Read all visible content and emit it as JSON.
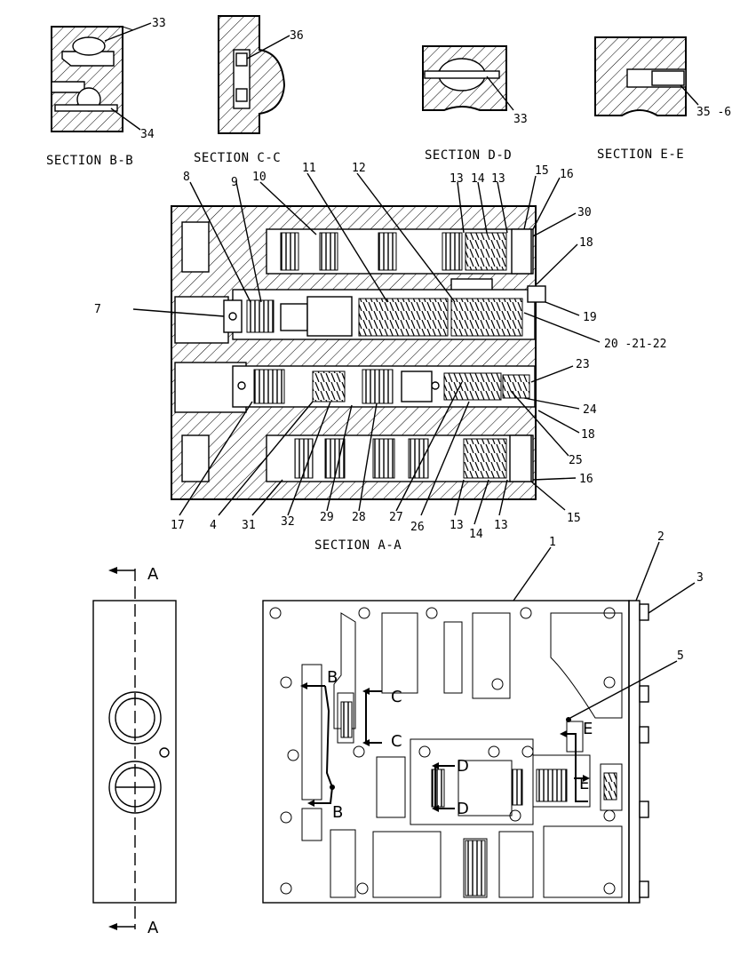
{
  "sections": {
    "bb": {
      "caption": "SECTION B-B",
      "callouts": [
        "33",
        "34"
      ]
    },
    "cc": {
      "caption": "SECTION C-C",
      "callouts": [
        "36"
      ]
    },
    "dd": {
      "caption": "SECTION D-D",
      "callouts": [
        "33"
      ]
    },
    "ee": {
      "caption": "SECTION E-E",
      "callouts": [
        "35 -6"
      ]
    },
    "aa": {
      "caption": "SECTION A-A",
      "callouts_top": [
        "8",
        "9",
        "10",
        "11",
        "12",
        "13",
        "14",
        "13",
        "15",
        "16"
      ],
      "callouts_left": [
        "7"
      ],
      "callouts_right": [
        "30",
        "18",
        "19",
        "20 -21-22",
        "23",
        "24",
        "18",
        "25",
        "16",
        "15"
      ],
      "callouts_bottom": [
        "17",
        "4",
        "31",
        "32",
        "29",
        "28",
        "27",
        "26",
        "13",
        "14",
        "13"
      ]
    }
  },
  "side_view": {
    "cut_mark_top": "A",
    "cut_mark_bottom": "A"
  },
  "plan_view": {
    "callouts": [
      "1",
      "2",
      "3",
      "5"
    ],
    "cut_marks": [
      "B",
      "B",
      "C",
      "C",
      "D",
      "D",
      "E",
      "E"
    ]
  }
}
